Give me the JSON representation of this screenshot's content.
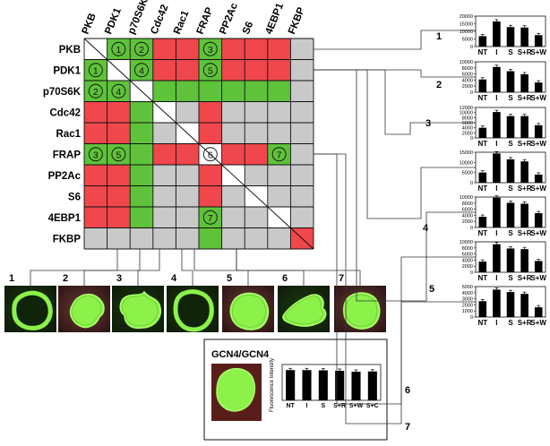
{
  "matrix": {
    "labels": [
      "PKB",
      "PDK1",
      "p70S6K",
      "Cdc42",
      "Rac1",
      "FRAP",
      "PP2Ac",
      "S6",
      "4EBP1",
      "FKBP"
    ],
    "colors": {
      "red": "#f0474c",
      "green": "#5ec23a",
      "gray": "#c9c9c9"
    },
    "cells": [
      [
        "x",
        "G",
        "G",
        "R",
        "R",
        "G",
        "R",
        "R",
        "R",
        "g"
      ],
      [
        "G",
        "x",
        "G",
        "R",
        "R",
        "G",
        "R",
        "R",
        "R",
        "g"
      ],
      [
        "G",
        "G",
        "x",
        "G",
        "G",
        "G",
        "G",
        "G",
        "G",
        "g"
      ],
      [
        "R",
        "R",
        "G",
        "x",
        "g",
        "R",
        "g",
        "g",
        "g",
        "g"
      ],
      [
        "R",
        "R",
        "G",
        "g",
        "x",
        "R",
        "g",
        "g",
        "g",
        "g"
      ],
      [
        "G",
        "G",
        "G",
        "R",
        "R",
        "x",
        "R",
        "R",
        "G",
        "g"
      ],
      [
        "R",
        "R",
        "G",
        "g",
        "g",
        "R",
        "x",
        "g",
        "g",
        "g"
      ],
      [
        "R",
        "R",
        "G",
        "g",
        "g",
        "R",
        "g",
        "x",
        "g",
        "g"
      ],
      [
        "R",
        "R",
        "G",
        "g",
        "g",
        "G",
        "g",
        "g",
        "x",
        "g"
      ],
      [
        "g",
        "g",
        "g",
        "g",
        "g",
        "G",
        "g",
        "g",
        "g",
        "R"
      ]
    ],
    "markers": [
      {
        "row": 0,
        "col": 1,
        "label": "1"
      },
      {
        "row": 0,
        "col": 2,
        "label": "2"
      },
      {
        "row": 0,
        "col": 5,
        "label": "3"
      },
      {
        "row": 1,
        "col": 0,
        "label": "1"
      },
      {
        "row": 1,
        "col": 2,
        "label": "4"
      },
      {
        "row": 1,
        "col": 5,
        "label": "5"
      },
      {
        "row": 2,
        "col": 0,
        "label": "2"
      },
      {
        "row": 2,
        "col": 1,
        "label": "4"
      },
      {
        "row": 5,
        "col": 0,
        "label": "3"
      },
      {
        "row": 5,
        "col": 1,
        "label": "5"
      },
      {
        "row": 5,
        "col": 5,
        "label": "6"
      },
      {
        "row": 5,
        "col": 8,
        "label": "7"
      },
      {
        "row": 8,
        "col": 5,
        "label": "7"
      }
    ]
  },
  "cell_images": {
    "labels": [
      "1",
      "2",
      "3",
      "4",
      "5",
      "6",
      "7"
    ]
  },
  "control_panel": {
    "title": "GCN4/GCN4",
    "ylabel": "Fluorescence Intensity"
  },
  "side_labels": [
    "1",
    "2",
    "3",
    "4",
    "5",
    "6",
    "7"
  ],
  "chart_data": [
    {
      "type": "bar",
      "id": "1",
      "categories": [
        "NT",
        "I",
        "S",
        "S+R",
        "S+W"
      ],
      "values": [
        6800,
        16500,
        12800,
        12500,
        7500
      ],
      "yticks": [
        "0",
        "5000",
        "10000",
        "15000",
        "20000"
      ],
      "ylim": [
        0,
        20000
      ]
    },
    {
      "type": "bar",
      "id": "2",
      "categories": [
        "NT",
        "I",
        "S",
        "S+R",
        "S+W"
      ],
      "values": [
        4200,
        8300,
        6900,
        5900,
        3200
      ],
      "yticks": [
        "0",
        "2000",
        "4000",
        "6000",
        "8000",
        "10000"
      ],
      "ylim": [
        0,
        10000
      ]
    },
    {
      "type": "bar",
      "id": "3",
      "categories": [
        "NT",
        "I",
        "S",
        "S+R",
        "S+W"
      ],
      "values": [
        4000,
        10200,
        8600,
        8600,
        5000
      ],
      "yticks": [
        "0",
        "2000",
        "4000",
        "6000",
        "8000",
        "10000",
        "12000"
      ],
      "ylim": [
        0,
        12000
      ]
    },
    {
      "type": "bar",
      "id": "4",
      "categories": [
        "NT",
        "I",
        "S",
        "S+R",
        "S+W"
      ],
      "values": [
        5000,
        14400,
        11500,
        10500,
        4000
      ],
      "yticks": [
        "0",
        "5000",
        "10000",
        "15000"
      ],
      "ylim": [
        0,
        15000
      ]
    },
    {
      "type": "bar",
      "id": "5",
      "categories": [
        "NT",
        "I",
        "S",
        "S+R",
        "S+W"
      ],
      "values": [
        3500,
        9800,
        8100,
        7800,
        4700
      ],
      "yticks": [
        "0",
        "2000",
        "4000",
        "6000",
        "8000",
        "10000"
      ],
      "ylim": [
        0,
        10000
      ]
    },
    {
      "type": "bar",
      "id": "6",
      "categories": [
        "NT",
        "I",
        "S",
        "S+R",
        "S+W"
      ],
      "values": [
        3500,
        9200,
        7800,
        7600,
        3700
      ],
      "yticks": [
        "0",
        "2000",
        "4000",
        "6000",
        "8000",
        "10000"
      ],
      "ylim": [
        0,
        10000
      ]
    },
    {
      "type": "bar",
      "id": "7",
      "categories": [
        "NT",
        "I",
        "S",
        "S+R",
        "S+W"
      ],
      "values": [
        2600,
        4500,
        4100,
        3800,
        1600
      ],
      "yticks": [
        "0",
        "1000",
        "2000",
        "3000",
        "4000",
        "5000"
      ],
      "ylim": [
        0,
        5000
      ]
    },
    {
      "type": "bar",
      "id": "control",
      "ylabel": "Fluorescence Intensity",
      "categories": [
        "NT",
        "I",
        "S",
        "S+R",
        "S+W",
        "S+C"
      ],
      "values": [
        13500,
        13500,
        13400,
        13200,
        12800,
        12900
      ],
      "ylim": [
        0,
        16000
      ]
    }
  ]
}
